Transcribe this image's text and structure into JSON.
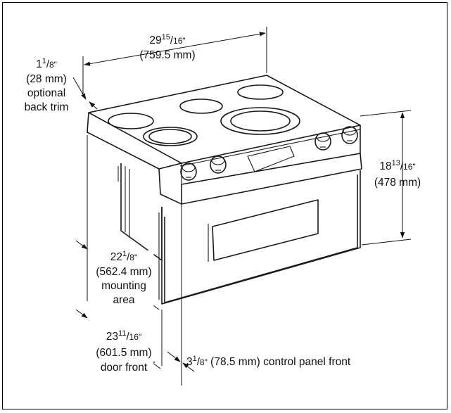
{
  "dimensions": {
    "width": {
      "whole": "29",
      "num": "15",
      "den": "16\"",
      "metric": "(759.5 mm)"
    },
    "back_trim": {
      "whole": "1",
      "num": "1",
      "den": "8\"",
      "metric": "(28 mm)",
      "line1": "optional",
      "line2": "back trim"
    },
    "height": {
      "whole": "18",
      "num": "13",
      "den": "16\"",
      "metric": "(478 mm)"
    },
    "mounting_area": {
      "whole": "22",
      "num": "1",
      "den": "8\"",
      "metric": "(562.4 mm)",
      "line1": "mounting",
      "line2": "area"
    },
    "door_front": {
      "whole": "23",
      "num": "11",
      "den": "16\"",
      "metric": "(601.5 mm)",
      "line1": "door front"
    },
    "control_panel": {
      "whole": "3",
      "num": "1",
      "den": "8\"",
      "rest": " (78.5 mm) control panel front"
    }
  }
}
